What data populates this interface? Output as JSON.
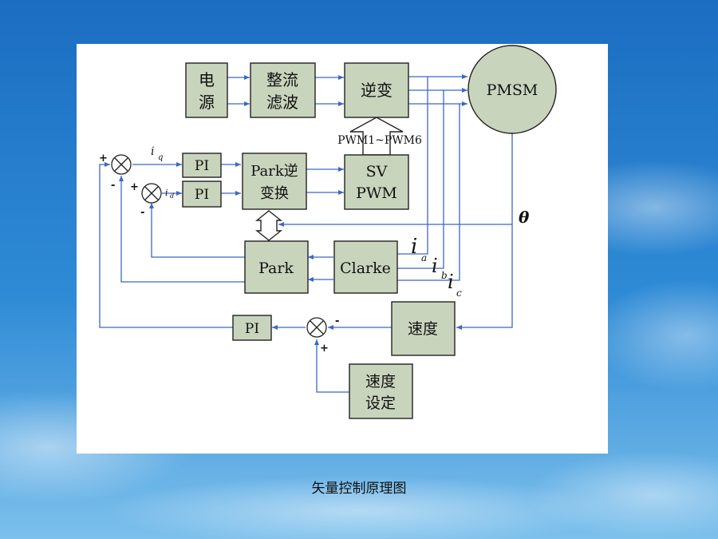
{
  "diagram": {
    "blocks": {
      "power_a": "电",
      "power_b": "源",
      "rect_a": "整流",
      "rect_b": "滤波",
      "inverter": "逆变",
      "pmsm": "PMSM",
      "pwm_label": "PWM1~PWM6",
      "svpwm_a": "SV",
      "svpwm_b": "PWM",
      "park_inv_a": "Park逆",
      "park_inv_b": "变换",
      "pi_q": "PI",
      "pi_d": "PI",
      "pi_speed": "PI",
      "park": "Park",
      "clarke": "Clarke",
      "speed": "速度",
      "speed_set_a": "速度",
      "speed_set_b": "设定"
    },
    "signals": {
      "iq_main": "i",
      "iq_sub": "q",
      "id_main": "i",
      "id_sub": "d",
      "ia_main": "i",
      "ia_sub": "a",
      "ib_main": "i",
      "ib_sub": "b",
      "ic_main": "i",
      "ic_sub": "c",
      "theta": "θ"
    },
    "signs": {
      "sum1_plus": "+",
      "sum1_minus": "-",
      "sum2_plus": "+",
      "sum2_minus": "-",
      "sum3_minus": "-",
      "sum3_plus": "+"
    }
  },
  "caption": "矢量控制原理图",
  "colors": {
    "block_fill": "#c9d4bd",
    "arrow": "#3b68c8",
    "background_top": "#1f74c4",
    "background_bottom": "#6fb4e6"
  }
}
